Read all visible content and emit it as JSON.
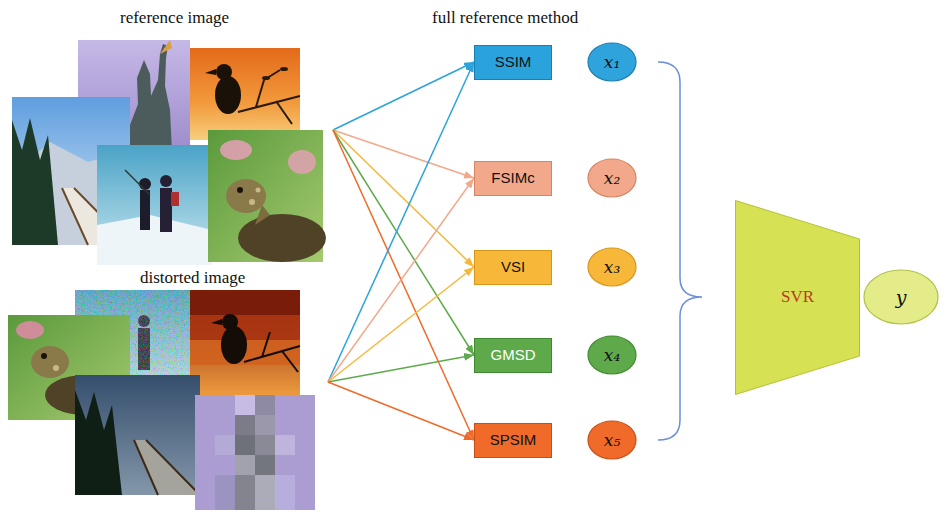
{
  "diagram": {
    "nodes": [
      {
        "text": [
          "reference image"
        ]
      },
      {
        "text": [
          "distorted image"
        ]
      },
      {
        "text": [
          "SSIM"
        ]
      },
      {
        "text": [
          "FSIMc"
        ]
      },
      {
        "text": [
          "VSI"
        ]
      },
      {
        "text": [
          "GMSD"
        ]
      },
      {
        "text": [
          "SPSIM"
        ]
      },
      {
        "text": [
          "x₁"
        ]
      },
      {
        "text": [
          "x₂"
        ]
      },
      {
        "text": [
          "x₃"
        ]
      },
      {
        "text": [
          "x₄"
        ]
      },
      {
        "text": [
          "x₅"
        ]
      },
      {
        "text": [
          "SVR"
        ]
      },
      {
        "text": [
          "y"
        ]
      }
    ],
    "edges": [
      {
        "from": 0,
        "to": 2,
        "arrow": "to"
      },
      {
        "from": 0,
        "to": 3,
        "arrow": "to"
      },
      {
        "from": 0,
        "to": 4,
        "arrow": "to"
      },
      {
        "from": 0,
        "to": 5,
        "arrow": "to"
      },
      {
        "from": 0,
        "to": 6,
        "arrow": "to"
      },
      {
        "from": 1,
        "to": 2,
        "arrow": "to"
      },
      {
        "from": 1,
        "to": 3,
        "arrow": "to"
      },
      {
        "from": 1,
        "to": 4,
        "arrow": "to"
      },
      {
        "from": 1,
        "to": 5,
        "arrow": "to"
      },
      {
        "from": 1,
        "to": 6,
        "arrow": "to"
      }
    ],
    "labels": [
      "full reference method"
    ]
  }
}
